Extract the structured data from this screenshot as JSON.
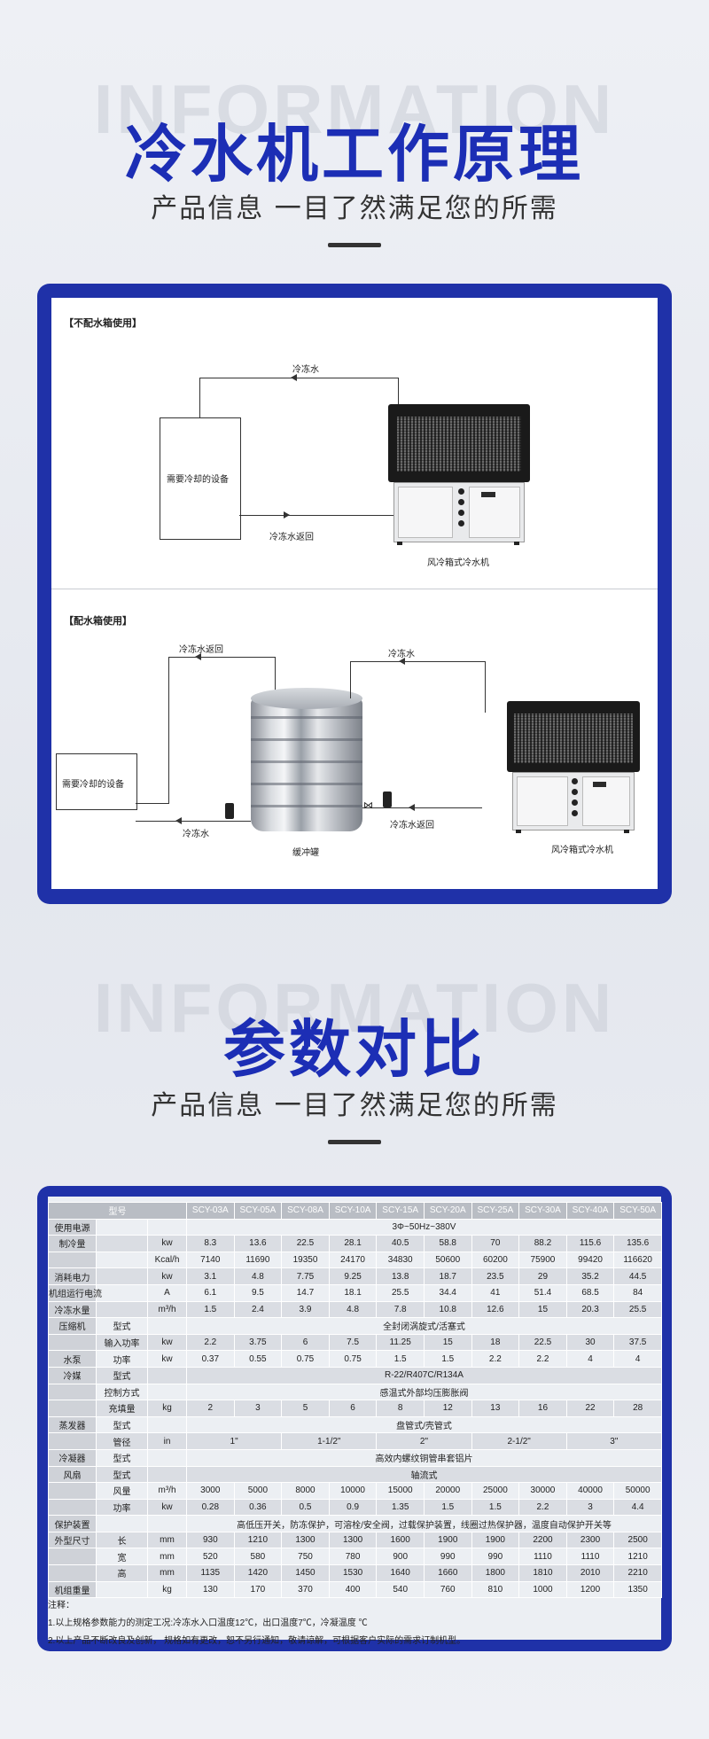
{
  "section1": {
    "bg_word": "INFORMATION",
    "title": "冷水机工作原理",
    "subtitle": "产品信息 一目了然满足您的所需"
  },
  "diagram1": {
    "label": "【不配水箱使用】",
    "device": "需要冷却的设备",
    "supply": "冷冻水",
    "return": "冷冻水返回",
    "chiller": "风冷箱式冷水机"
  },
  "diagram2": {
    "label": "【配水箱使用】",
    "device": "需要冷却的设备",
    "return_left": "冷冻水返回",
    "supply_right": "冷冻水",
    "supply_left": "冷冻水",
    "return_right": "冷冻水返回",
    "tank": "缓冲罐",
    "chiller": "风冷箱式冷水机"
  },
  "section2": {
    "bg_word": "INFORMATION",
    "title": "参数对比",
    "subtitle": "产品信息 一目了然满足您的所需"
  },
  "table": {
    "header_label": "型号",
    "models": [
      "SCY-03A",
      "SCY-05A",
      "SCY-08A",
      "SCY-10A",
      "SCY-15A",
      "SCY-20A",
      "SCY-25A",
      "SCY-30A",
      "SCY-40A",
      "SCY-50A"
    ],
    "rows": [
      {
        "g": "使用电源",
        "s": "",
        "u": "",
        "span": "3Φ~50Hz~380V"
      },
      {
        "g": "制冷量",
        "s": "",
        "u": "kw",
        "v": [
          "8.3",
          "13.6",
          "22.5",
          "28.1",
          "40.5",
          "58.8",
          "70",
          "88.2",
          "115.6",
          "135.6"
        ]
      },
      {
        "g": "",
        "s": "",
        "u": "Kcal/h",
        "v": [
          "7140",
          "11690",
          "19350",
          "24170",
          "34830",
          "50600",
          "60200",
          "75900",
          "99420",
          "116620"
        ]
      },
      {
        "g": "消耗电力",
        "s": "",
        "u": "kw",
        "v": [
          "3.1",
          "4.8",
          "7.75",
          "9.25",
          "13.8",
          "18.7",
          "23.5",
          "29",
          "35.2",
          "44.5"
        ]
      },
      {
        "g": "机组运行电流",
        "s": "",
        "u": "A",
        "v": [
          "6.1",
          "9.5",
          "14.7",
          "18.1",
          "25.5",
          "34.4",
          "41",
          "51.4",
          "68.5",
          "84"
        ]
      },
      {
        "g": "冷冻水量",
        "s": "",
        "u": "m³/h",
        "v": [
          "1.5",
          "2.4",
          "3.9",
          "4.8",
          "7.8",
          "10.8",
          "12.6",
          "15",
          "20.3",
          "25.5"
        ]
      },
      {
        "g": "压缩机",
        "s": "型式",
        "u": "",
        "span": "全封闭涡旋式/活塞式"
      },
      {
        "g": "",
        "s": "输入功率",
        "u": "kw",
        "v": [
          "2.2",
          "3.75",
          "6",
          "7.5",
          "11.25",
          "15",
          "18",
          "22.5",
          "30",
          "37.5"
        ]
      },
      {
        "g": "水泵",
        "s": "功率",
        "u": "kw",
        "v": [
          "0.37",
          "0.55",
          "0.75",
          "0.75",
          "1.5",
          "1.5",
          "2.2",
          "2.2",
          "4",
          "4"
        ]
      },
      {
        "g": "冷媒",
        "s": "型式",
        "u": "",
        "span": "R-22/R407C/R134A"
      },
      {
        "g": "",
        "s": "控制方式",
        "u": "",
        "span": "感温式外部均压膨胀阀"
      },
      {
        "g": "",
        "s": "充填量",
        "u": "kg",
        "v": [
          "2",
          "3",
          "5",
          "6",
          "8",
          "12",
          "13",
          "16",
          "22",
          "28"
        ]
      },
      {
        "g": "蒸发器",
        "s": "型式",
        "u": "",
        "span": "盘管式/壳管式"
      },
      {
        "g": "",
        "s": "管径",
        "u": "in",
        "groups": [
          [
            "1\"",
            2
          ],
          [
            "1-1/2\"",
            2
          ],
          [
            "2\"",
            2
          ],
          [
            "2-1/2\"",
            2
          ],
          [
            "3\"",
            2
          ]
        ]
      },
      {
        "g": "冷凝器",
        "s": "型式",
        "u": "",
        "span": "高效内螺纹铜管串套铝片"
      },
      {
        "g": "风扇",
        "s": "型式",
        "u": "",
        "span": "轴流式"
      },
      {
        "g": "",
        "s": "风量",
        "u": "m³/h",
        "v": [
          "3000",
          "5000",
          "8000",
          "10000",
          "15000",
          "20000",
          "25000",
          "30000",
          "40000",
          "50000"
        ]
      },
      {
        "g": "",
        "s": "功率",
        "u": "kw",
        "v": [
          "0.28",
          "0.36",
          "0.5",
          "0.9",
          "1.35",
          "1.5",
          "1.5",
          "2.2",
          "3",
          "4.4"
        ]
      },
      {
        "g": "保护装置",
        "s": "",
        "u": "",
        "span": "高低压开关，防冻保护，可溶栓/安全阀，过载保护装置，线圈过热保护器，温度自动保护开关等"
      },
      {
        "g": "外型尺寸",
        "s": "长",
        "u": "mm",
        "v": [
          "930",
          "1210",
          "1300",
          "1300",
          "1600",
          "1900",
          "1900",
          "2200",
          "2300",
          "2500"
        ]
      },
      {
        "g": "",
        "s": "宽",
        "u": "mm",
        "v": [
          "520",
          "580",
          "750",
          "780",
          "900",
          "990",
          "990",
          "1110",
          "1110",
          "1210"
        ]
      },
      {
        "g": "",
        "s": "高",
        "u": "mm",
        "v": [
          "1135",
          "1420",
          "1450",
          "1530",
          "1640",
          "1660",
          "1800",
          "1810",
          "2010",
          "2210"
        ]
      },
      {
        "g": "机组重量",
        "s": "",
        "u": "kg",
        "v": [
          "130",
          "170",
          "370",
          "400",
          "540",
          "760",
          "810",
          "1000",
          "1200",
          "1350"
        ]
      }
    ],
    "note_title": "注释：",
    "note1": "1.以上规格参数能力的测定工况:冷冻水入口温度12℃，出口温度7℃，冷凝温度   ℃",
    "note2": "2.以上产品不断改良及创新， 规格如有更改，恕不另行通知，敬请谅解，可根据客户实际的需求订制机型。"
  },
  "colors": {
    "accent": "#1f31a8",
    "title": "#1c2eb5"
  }
}
